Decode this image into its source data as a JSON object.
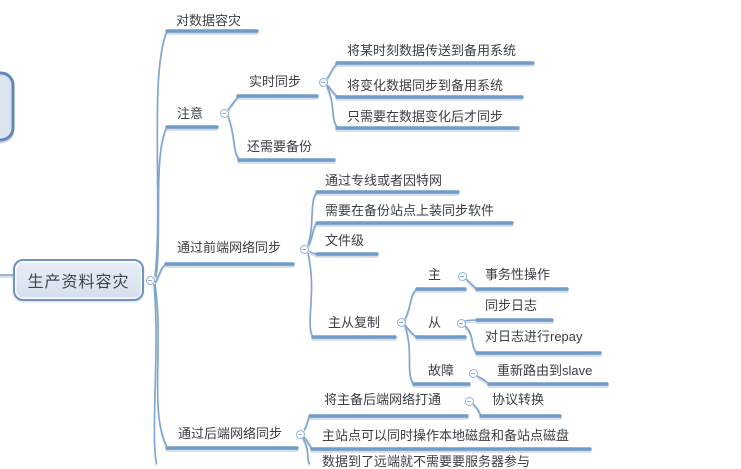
{
  "mindmap": {
    "root": {
      "label": "生产资料容灾"
    },
    "branches": [
      {
        "label": "对数据容灾",
        "children": []
      },
      {
        "label": "注意",
        "children": [
          {
            "label": "实时同步",
            "children": [
              {
                "label": "将某时刻数据传送到备用系统"
              },
              {
                "label": "将变化数据同步到备用系统"
              },
              {
                "label": "只需要在数据变化后才同步"
              }
            ]
          },
          {
            "label": "还需要备份"
          }
        ]
      },
      {
        "label": "通过前端网络同步",
        "children": [
          {
            "label": "通过专线或者因特网"
          },
          {
            "label": "需要在备份站点上装同步软件"
          },
          {
            "label": "文件级"
          },
          {
            "label": "主从复制",
            "children": [
              {
                "label": "主",
                "children": [
                  {
                    "label": "事务性操作"
                  }
                ]
              },
              {
                "label": "从",
                "children": [
                  {
                    "label": "同步日志"
                  },
                  {
                    "label": "对日志进行repay"
                  }
                ]
              },
              {
                "label": "故障",
                "children": [
                  {
                    "label": "重新路由到slave"
                  }
                ]
              }
            ]
          }
        ]
      },
      {
        "label": "通过后端网络同步",
        "children": [
          {
            "label": "将主备后端网络打通",
            "children": [
              {
                "label": "协议转换"
              }
            ]
          },
          {
            "label": "主站点可以同时操作本地磁盘和备站点磁盘"
          },
          {
            "label": "数据到了远端就不需要要服务器参与",
            "note": "partially cut off at bottom edge"
          }
        ]
      }
    ],
    "colors": {
      "branch_line": "#6f9cc9",
      "connector_curve": "#7fa6cf",
      "text": "#3b3e44",
      "root_fill": "#dfe6f1",
      "root_border": "#7293c2",
      "collapse_icon": "#8fb2d8"
    }
  }
}
